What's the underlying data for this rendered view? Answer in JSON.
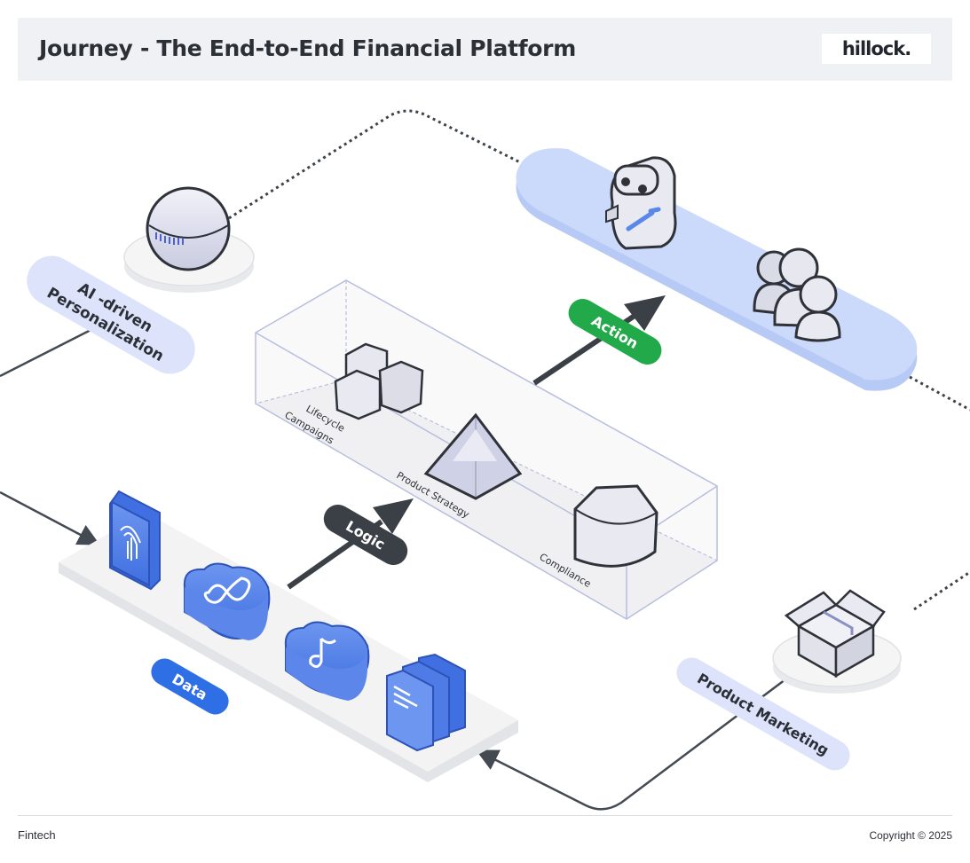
{
  "header": {
    "title": "Journey - The End-to-End Financial Platform",
    "logo": "hillock."
  },
  "diagram": {
    "labels": {
      "ai": [
        "AI -driven",
        "Personalization"
      ],
      "data": "Data",
      "logic": "Logic",
      "action": "Action",
      "lifecycle": [
        "Lifecycle",
        "Campaigns"
      ],
      "product_strategy": "Product Strategy",
      "compliance": "Compliance",
      "product_marketing": "Product Marketing"
    },
    "colors": {
      "action_badge": "#22a94a",
      "logic_badge": "#3b3f46",
      "data_badge": "#2f6fe6",
      "pill_bg": "#dde3fb",
      "blue_platform": "#c6d5f9",
      "blue_icon": "#5a87ea",
      "connector": "#444a52"
    },
    "icons": [
      "sphere-icon",
      "robot-icon",
      "users-icon",
      "honeycomb-icon",
      "pyramid-icon",
      "cylinder-icon",
      "open-box-icon",
      "fingerprint-phone-icon",
      "meta-cloud-icon",
      "tiktok-cloud-icon",
      "server-stack-icon"
    ]
  },
  "footer": {
    "left": "Fintech",
    "right": "Copyright © 2025"
  }
}
